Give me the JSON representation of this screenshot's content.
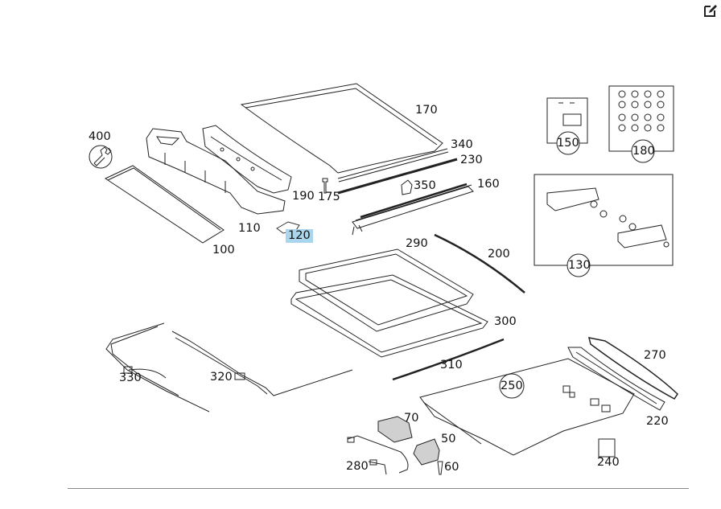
{
  "toolbar": {
    "edit_icon": "edit-icon"
  },
  "diagram": {
    "highlighted_part": "120",
    "parts": {
      "p100": "100",
      "p110": "110",
      "p120": "120",
      "p130": "130",
      "p150": "150",
      "p160": "160",
      "p170": "170",
      "p175": "175",
      "p180": "180",
      "p190": "190",
      "p200": "200",
      "p220": "220",
      "p230": "230",
      "p240": "240",
      "p250": "250",
      "p270": "270",
      "p280": "280",
      "p290": "290",
      "p300": "300",
      "p310": "310",
      "p320": "320",
      "p330": "330",
      "p340": "340",
      "p350": "350",
      "p400": "400",
      "p50": "50",
      "p60": "60",
      "p70": "70"
    }
  }
}
